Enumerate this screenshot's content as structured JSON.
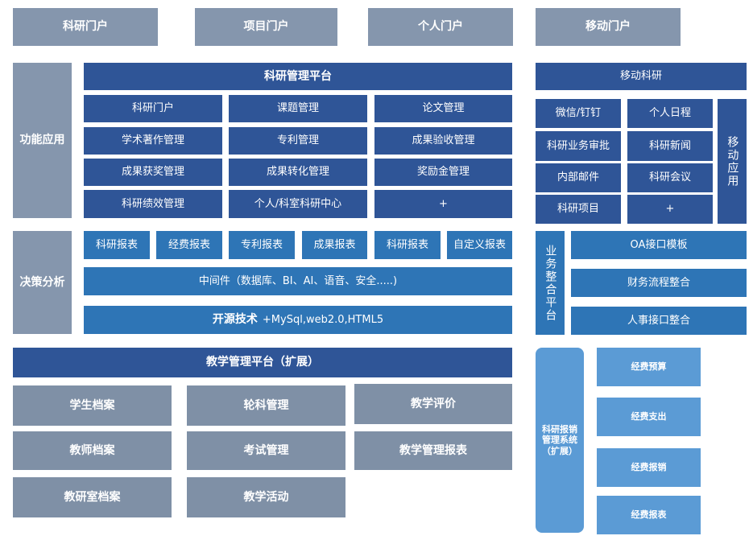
{
  "portals": [
    "科研门户",
    "项目门户",
    "个人门户",
    "移动门户"
  ],
  "sections": {
    "function_apps": "功能应用",
    "decision_analysis": "决策分析"
  },
  "research_platform": {
    "title": "科研管理平台",
    "modules": [
      "科研门户",
      "课题管理",
      "论文管理",
      "学术著作管理",
      "专利管理",
      "成果验收管理",
      "成果获奖管理",
      "成果转化管理",
      "奖励金管理",
      "科研绩效管理",
      "个人/科室科研中心",
      "+"
    ]
  },
  "reports": [
    "科研报表",
    "经费报表",
    "专利报表",
    "成果报表",
    "科研报表",
    "自定义报表"
  ],
  "middleware": "中间件（数据库、BI、AI、语音、安全.....)",
  "open_source": {
    "label": "开源技术",
    "detail": "+MySql,web2.0,HTML5"
  },
  "mobile_research": {
    "title": "移动科研",
    "items": [
      "微信/钉钉",
      "个人日程",
      "科研业务审批",
      "科研新闻",
      "内部邮件",
      "科研会议",
      "科研项目",
      "+"
    ],
    "side_label": "移动应用"
  },
  "business_integration": {
    "side_label": "业务整合平台",
    "items": [
      "OA接口模板",
      "财务流程整合",
      "人事接口整合"
    ]
  },
  "teaching_platform": {
    "title": "教学管理平台（扩展）",
    "items": [
      "学生档案",
      "轮科管理",
      "教学评价",
      "教师档案",
      "考试管理",
      "教学管理报表",
      "教研室档案",
      "教学活动"
    ]
  },
  "reimbursement": {
    "side_label": "科研报销管理系统（扩展）",
    "items": [
      "经费预算",
      "经费支出",
      "经费报销",
      "经费报表"
    ]
  },
  "colors": {
    "portal_gray": "#8596ad",
    "navy": "#2f5597",
    "blue": "#2e75b6",
    "light_blue": "#5b9bd5"
  }
}
